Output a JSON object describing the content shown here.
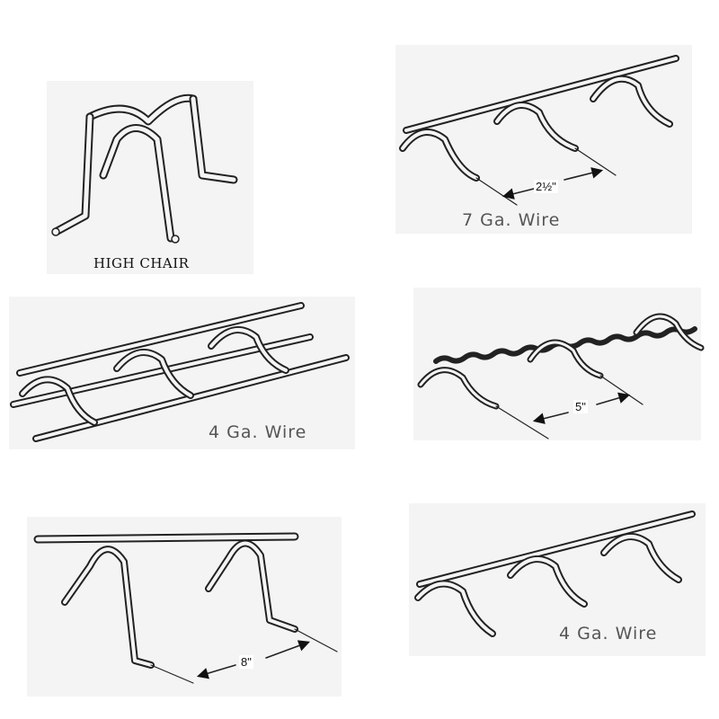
{
  "panels": {
    "high_chair": {
      "label": "HIGH CHAIR"
    },
    "chair_7ga": {
      "label": "7 Ga. Wire",
      "dimension": "2½\""
    },
    "chair_4ga_triple": {
      "label": "4 Ga. Wire"
    },
    "chair_corrugated": {
      "dimension": "5\""
    },
    "chair_8in": {
      "dimension": "8\""
    },
    "chair_4ga_single": {
      "label": "4 Ga. Wire"
    }
  }
}
